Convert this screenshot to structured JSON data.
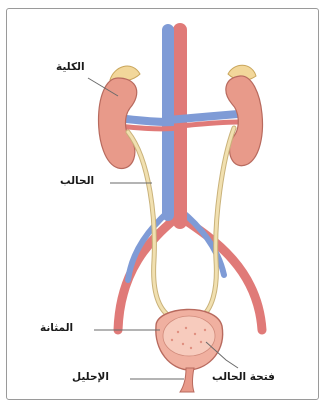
{
  "labels": {
    "kidney": "الكلية",
    "ureter": "الحالب",
    "bladder": "المثانة",
    "urethra": "الإحليل",
    "ureter_opening": "فتحة الحالب"
  },
  "colors": {
    "kidney": "#e89a8a",
    "artery": "#e07a78",
    "vein": "#7f9bd6",
    "ureter": "#f1e0b0",
    "bladder": "#f0b0a0",
    "leader_line": "#6a6a6a",
    "frame": "#9a9a9a"
  }
}
